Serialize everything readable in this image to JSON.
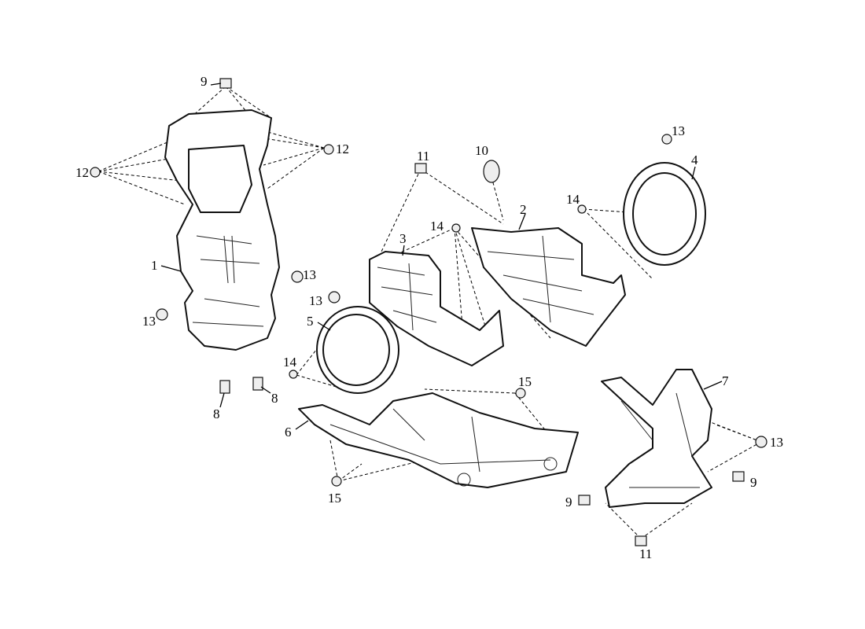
{
  "diagram": {
    "labels": [
      "9",
      "12",
      "12",
      "11",
      "10",
      "13",
      "4",
      "14",
      "2",
      "14",
      "3",
      "1",
      "13",
      "13",
      "13",
      "5",
      "14",
      "15",
      "7",
      "8",
      "8",
      "6",
      "13",
      "9",
      "9",
      "15",
      "11"
    ]
  }
}
